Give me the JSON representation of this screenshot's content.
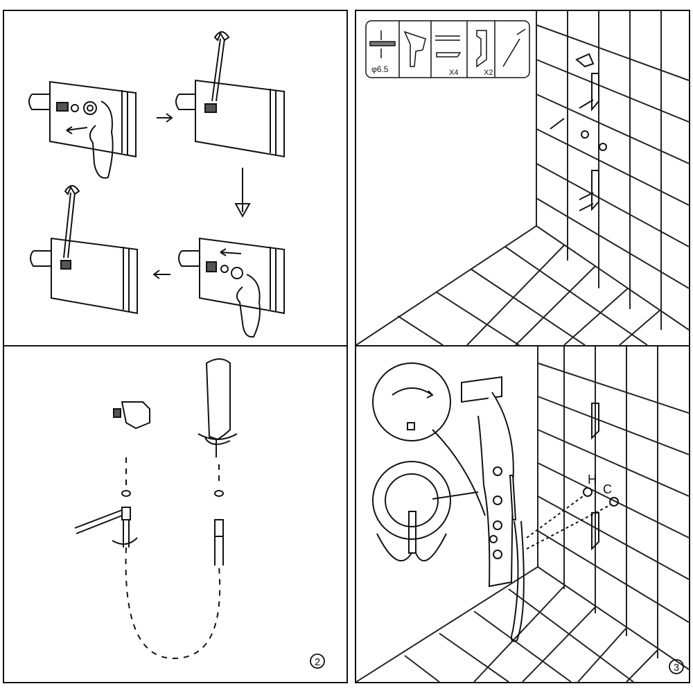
{
  "colors": {
    "line": "#111111",
    "tile": "#222222",
    "background": "#ffffff",
    "hot": "#cc0000",
    "cold": "#1a5fb4"
  },
  "panel_tl": {
    "name": "hand-shower-holder-steps"
  },
  "panel_tr": {
    "name": "wall-mount-bracket-installation",
    "parts": {
      "drill_bit_size": "φ6.5",
      "screw_qty": "X4",
      "bracket_qty": "X2"
    }
  },
  "panel_bl": {
    "step_number": "2"
  },
  "panel_br": {
    "step_number": "3",
    "hot_label": "H",
    "cold_label": "C"
  }
}
